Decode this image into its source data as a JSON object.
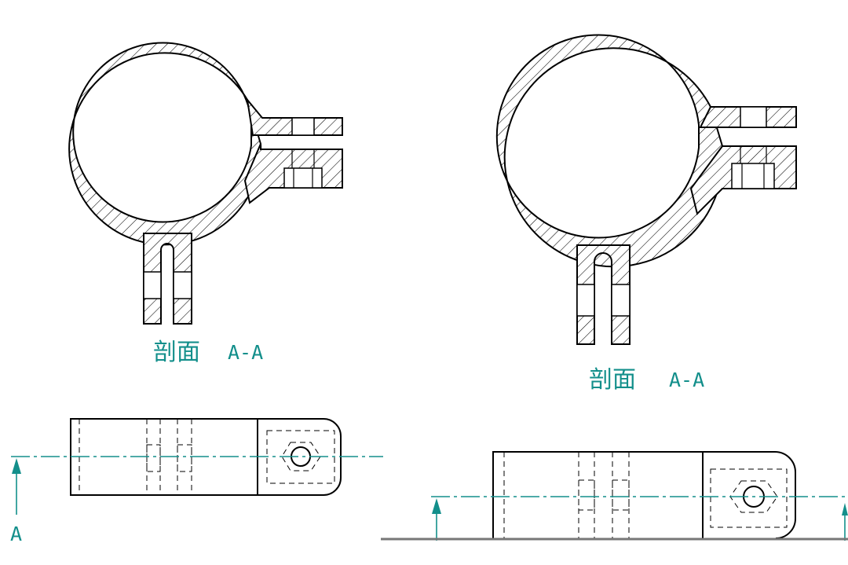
{
  "colors": {
    "annotation": "#138f8b",
    "outline": "#000000",
    "background": "#ffffff"
  },
  "left_view": {
    "section_label_prefix": "剖面",
    "section_label_id": "A-A",
    "cut_arrow_letter": "A"
  },
  "right_view": {
    "section_label_prefix": "剖面",
    "section_label_id": "A-A"
  }
}
